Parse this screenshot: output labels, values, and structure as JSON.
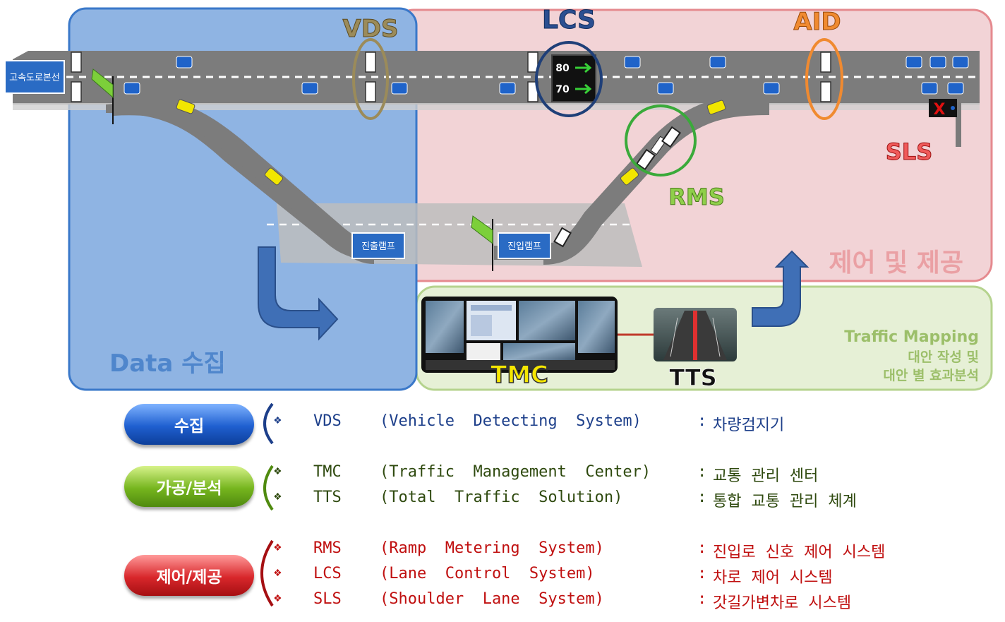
{
  "zones": {
    "collect_label": "Data 수집",
    "control_label": "제어 및 제공",
    "process_title": "Traffic Mapping",
    "process_line2": "대안 작성 및",
    "process_line3": "대안 별 효과분석"
  },
  "road": {
    "mainline_sign": "고속도로본선",
    "exit_sign": "진출램프",
    "entry_sign": "진입램프",
    "lcs_speed_top": "80",
    "lcs_speed_bottom": "70",
    "sls_mark": "X"
  },
  "systems": {
    "vds": "VDS",
    "lcs": "LCS",
    "aid": "AID",
    "rms": "RMS",
    "sls": "SLS",
    "tmc": "TMC",
    "tts": "TTS"
  },
  "legend": {
    "groups": [
      {
        "label": "수집",
        "items": [
          {
            "abbr": "VDS",
            "full": "(Vehicle  Detecting  System)",
            "ko": "차량검지기"
          }
        ]
      },
      {
        "label": "가공/분석",
        "items": [
          {
            "abbr": "TMC",
            "full": "(Traffic  Management  Center)",
            "ko": "교통  관리  센터"
          },
          {
            "abbr": "TTS",
            "full": "(Total  Traffic  Solution)",
            "ko": "통합  교통  관리  체계"
          }
        ]
      },
      {
        "label": "제어/제공",
        "items": [
          {
            "abbr": "RMS",
            "full": "(Ramp  Metering  System)",
            "ko": "진입로  신호  제어  시스템"
          },
          {
            "abbr": "LCS",
            "full": "(Lane  Control  System)",
            "ko": "차로  제어  시스템"
          },
          {
            "abbr": "SLS",
            "full": "(Shoulder  Lane  System)",
            "ko": "갓길가변차로  시스템"
          }
        ]
      }
    ],
    "bullet": "❖",
    "colon": ":"
  },
  "colors": {
    "collect_zone": "#8fb4e3",
    "control_zone": "#f2d3d6",
    "process_zone": "#e6f0d6",
    "road": "#808080",
    "vds_ring": "#9b8b5a",
    "lcs_ring": "#1f3f78",
    "aid_ring": "#f08a30",
    "rms_ring": "#3aaa3a"
  }
}
